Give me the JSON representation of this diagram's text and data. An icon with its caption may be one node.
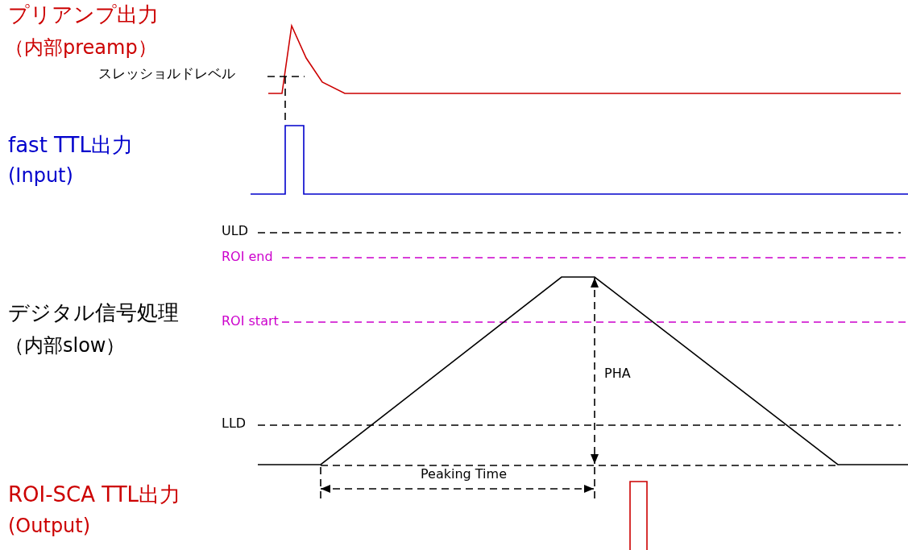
{
  "diagram": {
    "labels": [
      "プリアンプ出力",
      "（内部preamp）",
      "スレッショルドレベル",
      "fast TTL出力",
      "(Input)",
      "ULD",
      "ROI end",
      "デジタル信号処理",
      "ROI start",
      "（内部slow）",
      "PHA",
      "LLD",
      "Peaking Time",
      "ROI-SCA TTL出力",
      "(Output)"
    ]
  }
}
